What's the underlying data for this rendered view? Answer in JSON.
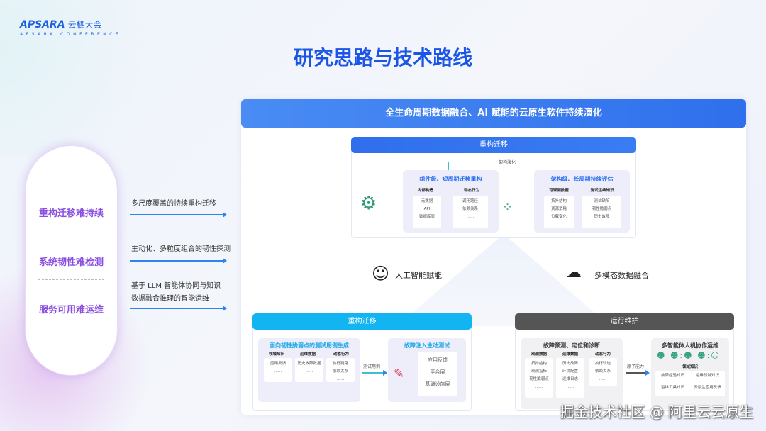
{
  "logo": {
    "brand": "APSARA",
    "cn": "云栖大会",
    "sub": "APSARA CONFERENCE"
  },
  "title": "研究思路与技术路线",
  "challenges": [
    "重构迁移难持续",
    "系统韧性难检测",
    "服务可用难运维"
  ],
  "approaches": [
    "多尺度覆盖的持续重构迁移",
    "主动化、多粒度组合的韧性探测",
    "基于 LLM 智能体协同与知识",
    "数据融合推理的智能运维"
  ],
  "main_header": "全生命周期数据融合、AI 赋能的云原生软件持续演化",
  "top": {
    "header": "重构迁移",
    "feedback": "架构演化",
    "left": {
      "title": "组件级、短周期迁移重构",
      "cols": [
        {
          "h": "内部构造",
          "items": [
            "元数据",
            "API",
            "数据库表",
            "……"
          ]
        },
        {
          "h": "动态行为",
          "items": [
            "调用路径",
            "依赖关系",
            "……"
          ]
        }
      ]
    },
    "right": {
      "title": "架构级、长周期持续评估",
      "cols": [
        {
          "h": "可观测数据",
          "items": [
            "拓扑结构",
            "资源消耗",
            "负载变化",
            "……"
          ]
        },
        {
          "h": "测试运维知识",
          "items": [
            "测试缺陷",
            "韧性脆弱点",
            "历史故障",
            "……"
          ]
        }
      ]
    }
  },
  "mid": {
    "ai": "人工智能赋能",
    "multi": "多模态数据融合"
  },
  "bl": {
    "header": "重构迁移",
    "left_title": "面向韧性脆弱点的测试用例生成",
    "cols": [
      {
        "h": "领域知识",
        "items": [
          "应用反馈",
          "……"
        ]
      },
      {
        "h": "运维数据",
        "items": [
          "历史故障数据",
          "……"
        ]
      },
      {
        "h": "动态行为",
        "items": [
          "执行链路",
          "依赖关系",
          "……"
        ]
      }
    ],
    "arrow": "测试用例",
    "right_title": "故障注入主动测试",
    "layers": [
      "应用反馈",
      "平台层",
      "基础设施层"
    ]
  },
  "br": {
    "header": "运行维护",
    "left_title": "故障预测、定位和诊断",
    "cols": [
      {
        "h": "观测数据",
        "items": [
          "拓扑结构",
          "观测指标",
          "韧性脆弱点",
          "……"
        ]
      },
      {
        "h": "运维数据",
        "items": [
          "历史故障",
          "环境配置",
          "运维日志",
          "……"
        ]
      },
      {
        "h": "动态行为",
        "items": [
          "执行轨迹",
          "依赖关系",
          "……"
        ]
      }
    ],
    "arrow": "原子能力",
    "right_title": "多智能体人机协作运维",
    "knowledge_title": "领域知识",
    "knowledge": [
      "故障经验知识",
      "运维领域知识",
      "运维工具知识",
      "云原生应用反馈"
    ]
  },
  "watermark": "掘金技术社区 @ 阿里云云原生",
  "colors": {
    "accent": "#1a55e6",
    "cyan": "#12b5f2",
    "gray": "#555555",
    "purple": "#8a4fe0"
  }
}
